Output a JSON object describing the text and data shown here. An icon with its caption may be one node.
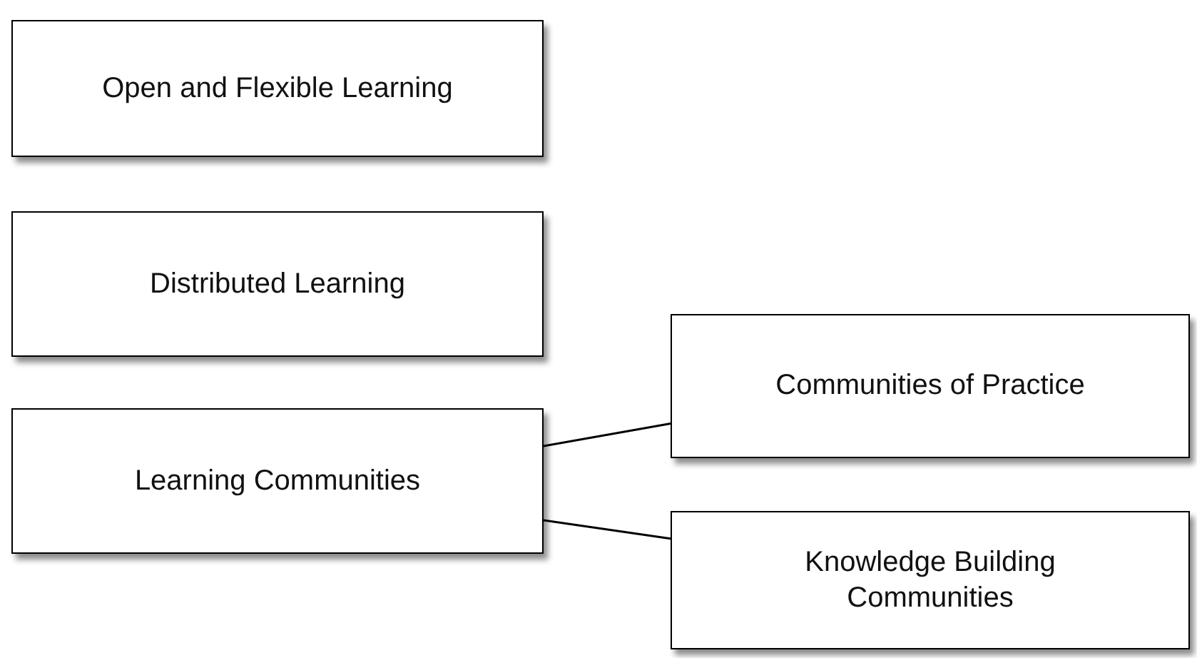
{
  "diagram": {
    "nodes": [
      {
        "text": [
          "Open and Flexible Learning"
        ]
      },
      {
        "text": [
          "Distributed Learning"
        ]
      },
      {
        "text": [
          "Learning Communities"
        ]
      },
      {
        "text": [
          "Communities of Practice"
        ]
      },
      {
        "text": [
          "Knowledge Building Communities"
        ]
      }
    ],
    "edges": [
      {
        "from": 2,
        "to": 3,
        "arrow": "none"
      },
      {
        "from": 2,
        "to": 4,
        "arrow": "none"
      }
    ]
  }
}
